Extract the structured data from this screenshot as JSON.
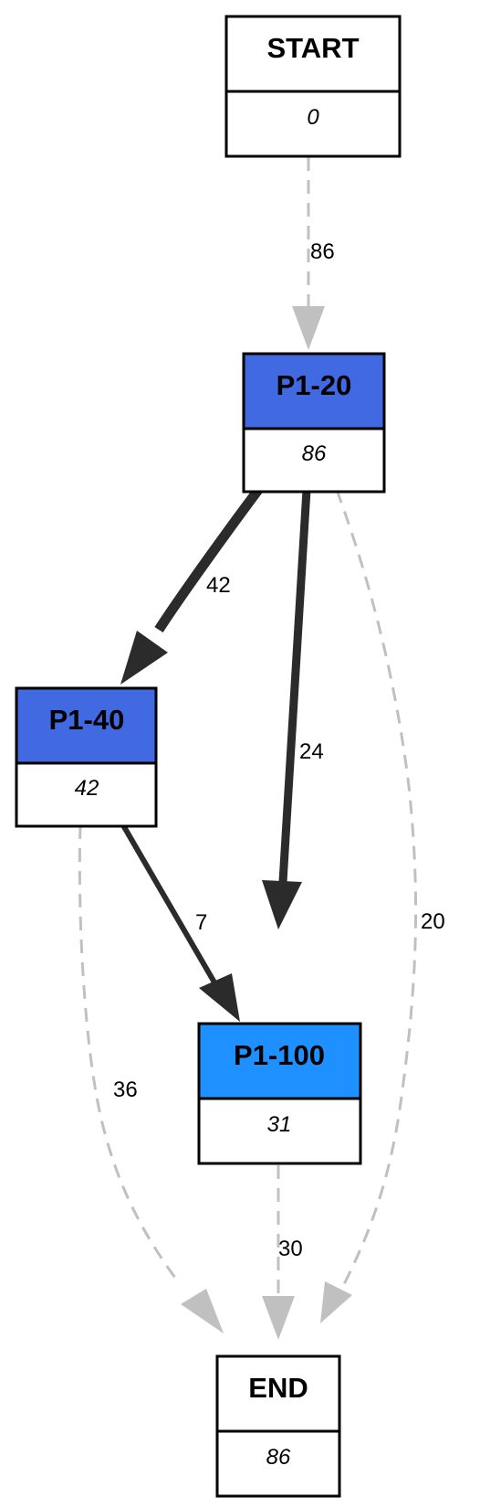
{
  "colors": {
    "p1_20": "#4169E1",
    "p1_40": "#4169E1",
    "p1_100": "#1E90FF",
    "plain": "#FFFFFF",
    "border": "#000000",
    "solid_edge": "#2B2B2B",
    "dashed_edge": "#C0C0C0"
  },
  "nodes": {
    "start": {
      "title": "START",
      "count": "0"
    },
    "p1_20": {
      "title": "P1-20",
      "count": "86"
    },
    "p1_40": {
      "title": "P1-40",
      "count": "42"
    },
    "p1_100": {
      "title": "P1-100",
      "count": "31"
    },
    "end": {
      "title": "END",
      "count": "86"
    }
  },
  "edges": {
    "start_to_p1_20": "86",
    "p1_20_to_p1_40": "42",
    "p1_20_to_p1_100": "24",
    "p1_20_to_end": "20",
    "p1_40_to_p1_100": "7",
    "p1_40_to_end": "36",
    "p1_100_to_end": "30"
  }
}
